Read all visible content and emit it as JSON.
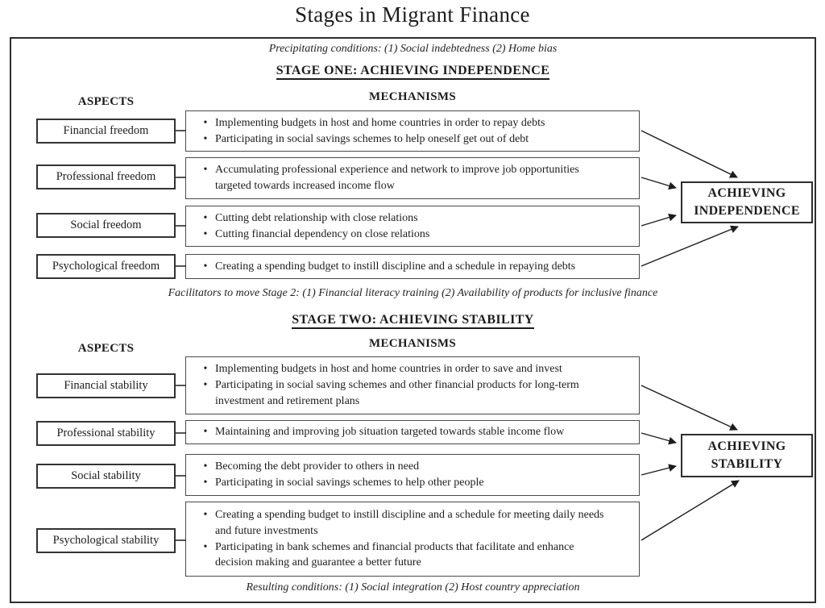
{
  "title": "Stages in Migrant Finance",
  "ui": {
    "bullet": "•"
  },
  "colors": {
    "ink": "#1c1c1c",
    "border": "#2e2e2e",
    "background": "#ffffff"
  },
  "diagram": {
    "precipitating": "Precipitating conditions: (1) Social indebtedness (2) Home bias",
    "stage1": {
      "heading": "STAGE ONE: ACHIEVING INDEPENDENCE",
      "aspects_header": "ASPECTS",
      "mechanisms_header": "MECHANISMS",
      "rows": [
        {
          "aspect": "Financial freedom",
          "mechanisms": [
            "Implementing budgets in host and home countries in order to repay debts",
            "Participating in social savings schemes to help oneself get out of debt"
          ]
        },
        {
          "aspect": "Professional freedom",
          "mechanisms": [
            "Accumulating professional experience and network to improve job opportunities targeted towards increased income flow"
          ]
        },
        {
          "aspect": "Social freedom",
          "mechanisms": [
            "Cutting debt relationship with close relations",
            "Cutting financial dependency on close relations"
          ]
        },
        {
          "aspect": "Psychological freedom",
          "mechanisms": [
            "Creating a spending budget to instill discipline and a schedule in repaying debts"
          ]
        }
      ],
      "outcome": "ACHIEVING INDEPENDENCE"
    },
    "facilitators": "Facilitators to move Stage 2: (1) Financial literacy training (2) Availability of products for inclusive finance",
    "stage2": {
      "heading": "STAGE TWO: ACHIEVING STABILITY",
      "aspects_header": "ASPECTS",
      "mechanisms_header": "MECHANISMS",
      "rows": [
        {
          "aspect": "Financial stability",
          "mechanisms": [
            "Implementing budgets in host and home countries in order to save and invest",
            "Participating in social saving schemes and other financial products for long-term investment and retirement plans"
          ]
        },
        {
          "aspect": "Professional stability",
          "mechanisms": [
            "Maintaining and improving job situation targeted towards stable income flow"
          ]
        },
        {
          "aspect": "Social stability",
          "mechanisms": [
            "Becoming the debt provider to others in need",
            "Participating in social savings schemes to help other people"
          ]
        },
        {
          "aspect": "Psychological stability",
          "mechanisms": [
            "Creating a spending budget to instill discipline and a schedule for meeting daily needs and future investments",
            "Participating in bank schemes and financial products that facilitate and enhance decision making and guarantee a better future"
          ]
        }
      ],
      "outcome": "ACHIEVING STABILITY"
    },
    "resulting": "Resulting conditions: (1) Social integration (2) Host country appreciation"
  }
}
